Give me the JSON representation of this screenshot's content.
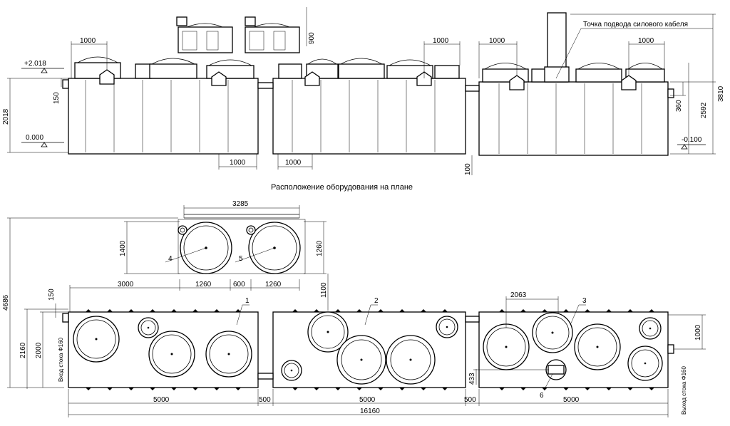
{
  "caption": "Расположение оборудования на плане",
  "cable_note": "Точка подвода силового кабеля",
  "elevation": {
    "level_top": "+2.018",
    "level_zero": "0.000",
    "level_minus": "-0.100",
    "h_2018": "2018",
    "h_150": "150",
    "h_900": "900",
    "h_360": "360",
    "h_2592": "2592",
    "h_3810": "3810",
    "h_100": "100",
    "w_1000": "1000"
  },
  "plan": {
    "d_3285": "3285",
    "d_1400": "1400",
    "d_1260": "1260",
    "d_3000": "3000",
    "d_600": "600",
    "d_1100": "1100",
    "d_150": "150",
    "d_4686": "4686",
    "d_2160": "2160",
    "d_2000": "2000",
    "d_2063": "2063",
    "d_1000": "1000",
    "d_433": "433",
    "d_5000": "5000",
    "d_500": "500",
    "d_16160": "16160",
    "inlet": "Вход стока Ф160",
    "outlet": "Выход стока Ф160",
    "labels": [
      "1",
      "2",
      "3",
      "4",
      "5",
      "6"
    ]
  }
}
